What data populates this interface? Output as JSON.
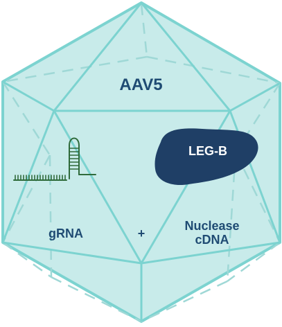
{
  "diagram": {
    "capsid_label": "AAV5",
    "protein_label": "LEG-B",
    "guide_label": "gRNA",
    "plus_sign": "+",
    "nuclease_label": {
      "line1": "Nuclease",
      "line2": "cDNA"
    }
  },
  "colors": {
    "capsid_fill": "#c8ebea",
    "capsid_edge": "#7cd3d0",
    "hidden_edge": "#9fd8d6",
    "text": "#1f4b73",
    "protein_fill": "#1f3f66",
    "grna": "#2f6b3b"
  },
  "icons": {
    "capsid": "icosahedron-shape",
    "guide": "grna-hairpin-icon",
    "protein": "protein-blob-shape"
  }
}
